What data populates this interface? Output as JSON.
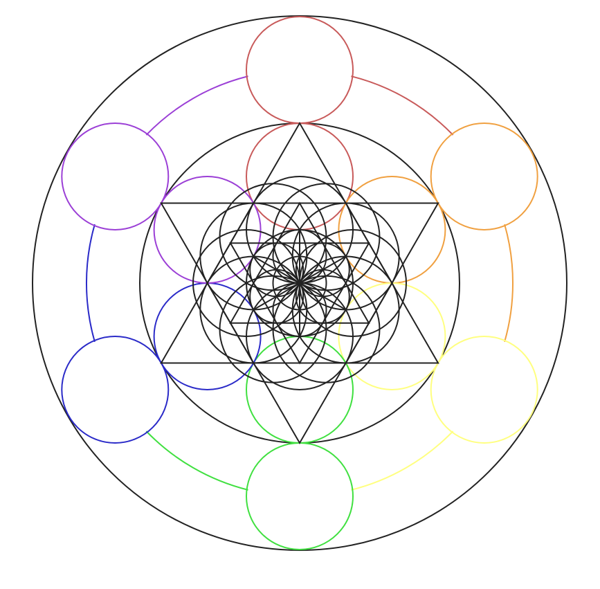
{
  "diagram": {
    "colors": {
      "outline": "#222222",
      "red": "#c85a5a",
      "orange": "#f0a040",
      "yellow": "#ffff80",
      "green": "#40e040",
      "blue": "#2a2ac8",
      "purple": "#9b3fd6"
    },
    "petals": [
      {
        "name": "red",
        "color_key": "red"
      },
      {
        "name": "orange",
        "color_key": "orange"
      },
      {
        "name": "yellow",
        "color_key": "yellow"
      },
      {
        "name": "green",
        "color_key": "green"
      },
      {
        "name": "blue",
        "color_key": "blue"
      },
      {
        "name": "purple",
        "color_key": "purple"
      }
    ]
  }
}
